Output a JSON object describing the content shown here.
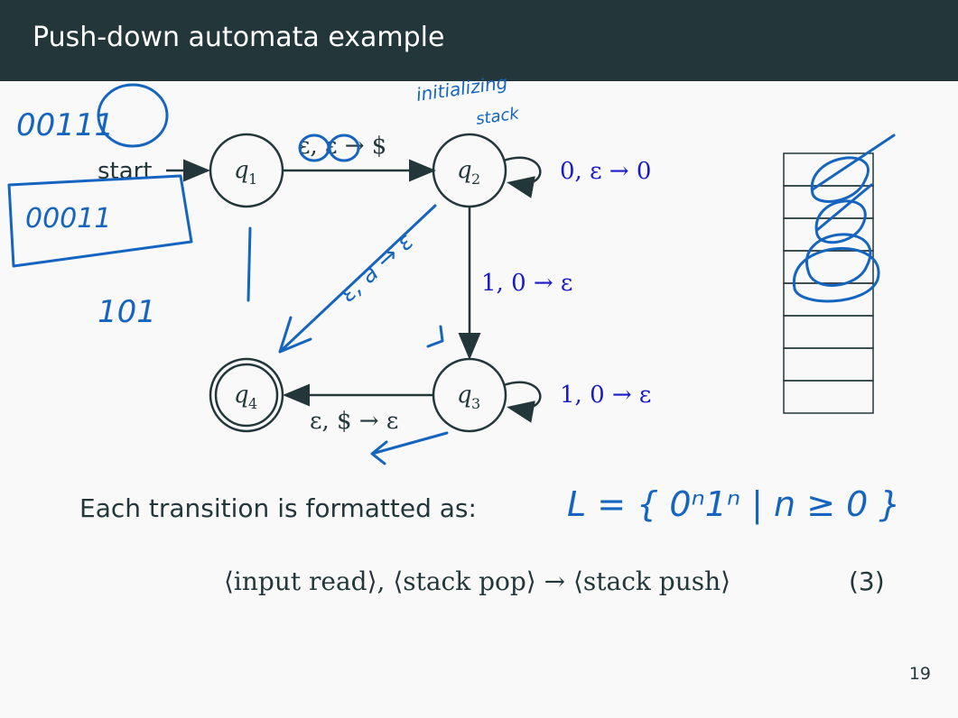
{
  "title": "Push-down automata example",
  "diagram": {
    "start_label": "start",
    "states": [
      {
        "name": "q",
        "sub": "1",
        "accepting": false
      },
      {
        "name": "q",
        "sub": "2",
        "accepting": false
      },
      {
        "name": "q",
        "sub": "3",
        "accepting": false
      },
      {
        "name": "q",
        "sub": "4",
        "accepting": true
      }
    ],
    "edges": {
      "q1_q2": "ε, ε → $",
      "q2_loop": "0, ε → 0",
      "q2_q3": "1, 0 → ε",
      "q3_loop": "1, 0 → ε",
      "q3_q4": "ε, $ → ε"
    },
    "colors": {
      "dark": "#23373b",
      "label_blue": "#1a1ac8",
      "ink": "#1565c0"
    }
  },
  "handwriting": {
    "top_left": "00111",
    "box": "00011",
    "below_box": "101",
    "initializing": "initializing",
    "stack": "stack",
    "eps_a_eps": "ε, a → ε",
    "language": "L = { 0ⁿ1ⁿ | n ≥ 0 }"
  },
  "stack_cells": 8,
  "body": {
    "intro": "Each transition is formatted as:",
    "formula": "⟨input read⟩, ⟨stack pop⟩ → ⟨stack push⟩",
    "eq_number": "(3)"
  },
  "slide_number": "19"
}
